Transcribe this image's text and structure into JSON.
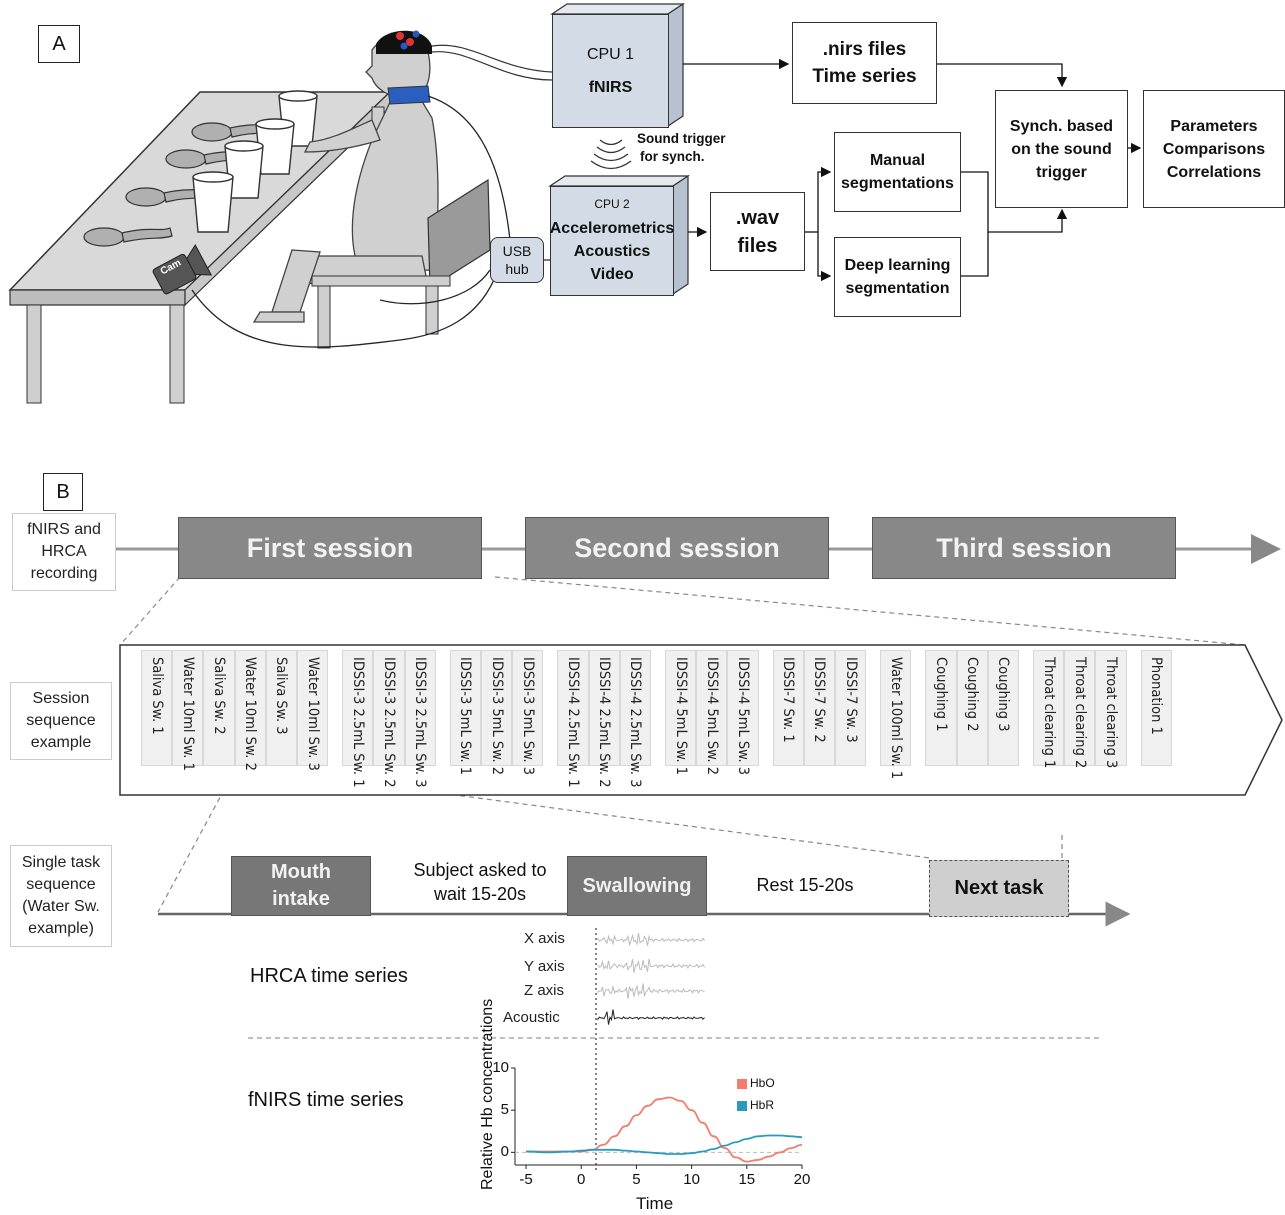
{
  "panel_a": {
    "label": "A",
    "cam_label": "Cam",
    "usb_hub": [
      "USB",
      "hub"
    ],
    "cpu1": {
      "title": "CPU 1",
      "subtitle": "fNIRS"
    },
    "cpu2": {
      "title": "CPU 2",
      "lines": [
        "Accelerometrics",
        "Acoustics",
        "Video"
      ]
    },
    "sound_trigger": [
      "Sound trigger",
      "for synch."
    ],
    "nirs_files": [
      ".nirs files",
      "Time series"
    ],
    "wav_files": [
      ".wav",
      "files"
    ],
    "manual_seg": [
      "Manual",
      "segmentations"
    ],
    "deep_seg": [
      "Deep learning",
      "segmentation"
    ],
    "synch": [
      "Synch. based",
      "on the sound",
      "trigger"
    ],
    "params": [
      "Parameters",
      "Comparisons",
      "Correlations"
    ]
  },
  "panel_b": {
    "label": "B",
    "recording_label": [
      "fNIRS and",
      "HRCA",
      "recording"
    ],
    "sessions": [
      "First session",
      "Second session",
      "Third session"
    ],
    "sequence_label": [
      "Session",
      "sequence",
      "example"
    ],
    "tasks": [
      "Saliva Sw. 1",
      "Water 10ml Sw. 1",
      "Saliva Sw. 2",
      "Water 10ml Sw. 2",
      "Saliva Sw. 3",
      "Water 10ml Sw. 3",
      "IDSSI-3 2.5mL Sw. 1",
      "IDSSI-3 2.5mL Sw. 2",
      "IDSSI-3 2.5mL Sw. 3",
      "IDSSI-3 5mL Sw. 1",
      "IDSSI-3 5mL Sw. 2",
      "IDSSI-3 5mL Sw. 3",
      "IDSSI-4 2.5mL Sw. 1",
      "IDSSI-4 2.5mL Sw. 2",
      "IDSSI-4 2.5mL Sw. 3",
      "IDSSI-4 5mL Sw. 1",
      "IDSSI-4 5mL Sw. 2",
      "IDSSI-4 5mL Sw. 3",
      "IDSSI-7 Sw. 1",
      "IDSSI-7 Sw. 2",
      "IDSSI-7 Sw. 3",
      "Water 100ml Sw. 1",
      "Coughing 1",
      "Coughing 2",
      "Coughing 3",
      "Throat clearing 1",
      "Throat clearing 2",
      "Throat clearing 3",
      "Phonation 1"
    ],
    "single_task_label": [
      "Single task",
      "sequence",
      "(Water Sw.",
      "example)"
    ],
    "mouth_intake": [
      "Mouth",
      "intake"
    ],
    "wait_text": [
      "Subject asked to",
      "wait 15-20s"
    ],
    "swallowing": "Swallowing",
    "rest_text": "Rest 15-20s",
    "next_task": "Next task",
    "hrca_label": "HRCA time series",
    "hrca_channels": [
      "X axis",
      "Y axis",
      "Z axis",
      "Acoustic"
    ],
    "fnirs_label": "fNIRS time series"
  },
  "chart_data": {
    "type": "line",
    "xlabel": "Time",
    "ylabel": "Relative Hb concentrations",
    "xlim": [
      -6,
      20
    ],
    "ylim": [
      -1.5,
      10
    ],
    "xticks": [
      -5,
      0,
      5,
      10,
      15,
      20
    ],
    "yticks": [
      0,
      5,
      10
    ],
    "legend": "top-right",
    "series": [
      {
        "name": "HbO",
        "color": "#f47c6c",
        "x": [
          -5,
          -3,
          -1,
          0,
          1,
          2,
          3,
          4,
          5,
          6,
          7,
          8,
          9,
          10,
          11,
          12,
          13,
          14,
          15,
          16,
          17,
          18,
          19,
          20
        ],
        "y": [
          0.1,
          0.1,
          0.1,
          0.1,
          0.3,
          0.9,
          1.9,
          3.1,
          4.4,
          5.5,
          6.3,
          6.5,
          6.1,
          5.0,
          3.5,
          1.9,
          0.5,
          -0.6,
          -1.1,
          -0.9,
          -0.5,
          0,
          0.5,
          0.9
        ]
      },
      {
        "name": "HbR",
        "color": "#2a9bbf",
        "x": [
          -5,
          -3,
          -1,
          0,
          1,
          2,
          3,
          4,
          5,
          6,
          7,
          8,
          9,
          10,
          11,
          12,
          13,
          14,
          15,
          16,
          17,
          18,
          19,
          20
        ],
        "y": [
          0.1,
          0.0,
          0.1,
          0.2,
          0.3,
          0.3,
          0.3,
          0.2,
          0.1,
          0.0,
          -0.1,
          -0.2,
          -0.2,
          -0.1,
          0.1,
          0.4,
          0.8,
          1.2,
          1.6,
          1.9,
          2.0,
          2.0,
          1.9,
          1.8
        ]
      }
    ]
  }
}
